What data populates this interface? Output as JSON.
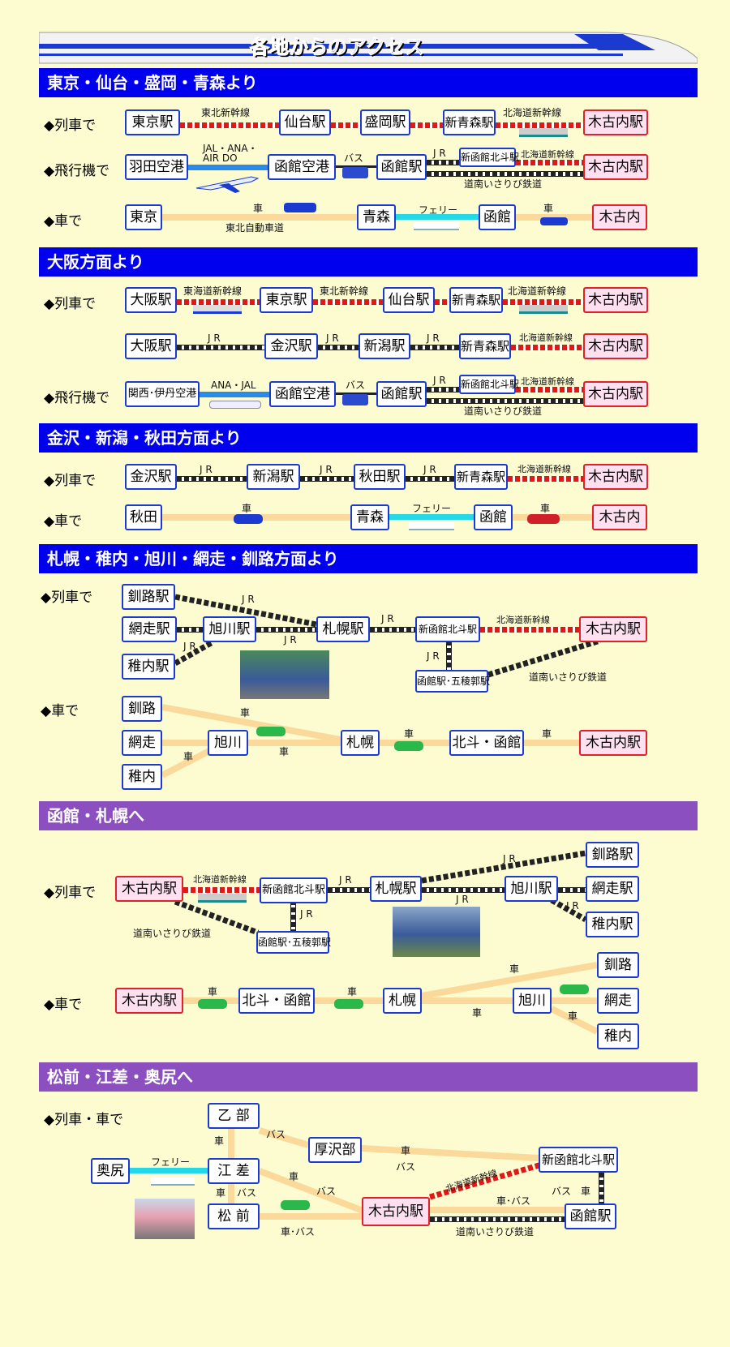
{
  "title": "各地からのアクセス",
  "sections": {
    "s1": "東京・仙台・盛岡・青森より",
    "s2": "大阪方面より",
    "s3": "金沢・新潟・秋田方面より",
    "s4": "札幌・稚内・旭川・網走・釧路方面より",
    "s5": "函館・札幌へ",
    "s6": "松前・江差・奥尻へ"
  },
  "modes": {
    "train": "◆列車で",
    "plane": "◆飛行機で",
    "car": "◆車で",
    "train_car": "◆列車・車で"
  },
  "st": {
    "tokyo_eki": "東京駅",
    "sendai_eki": "仙台駅",
    "morioka_eki": "盛岡駅",
    "shinaomori_eki": "新青森駅",
    "kikonai_eki": "木古内駅",
    "haneda": "羽田空港",
    "hakodate_kuko": "函館空港",
    "hakodate_eki": "函館駅",
    "shinhakodate": "新函館北斗駅",
    "tokyo": "東京",
    "aomori": "青森",
    "hakodate": "函館",
    "kikonai": "木古内",
    "osaka_eki": "大阪駅",
    "kanazawa_eki": "金沢駅",
    "niigata_eki": "新潟駅",
    "kansai": "関西･伊丹空港",
    "akita_eki": "秋田駅",
    "akita": "秋田",
    "kushiro_eki": "釧路駅",
    "abashiri_eki": "網走駅",
    "asahikawa_eki": "旭川駅",
    "wakkanai_eki": "稚内駅",
    "sapporo_eki": "札幌駅",
    "goryokaku": "函館駅･五稜郭駅",
    "kushiro": "釧路",
    "abashiri": "網走",
    "asahikawa": "旭川",
    "wakkanai": "稚内",
    "sapporo": "札幌",
    "hokuto_hakodate": "北斗・函館",
    "otobe": "乙 部",
    "assabu": "厚沢部",
    "okushiri": "奥尻",
    "esashi": "江 差",
    "matsumae": "松 前"
  },
  "lines": {
    "tohoku_shinkansen": "東北新幹線",
    "hokkaido_shinkansen": "北海道新幹線",
    "tokaido_shinkansen": "東海道新幹線",
    "jr": "J R",
    "airlines1_a": "JAL・ANA・",
    "airlines1_b": "AIR DO",
    "airlines2": "ANA・JAL",
    "bus": "バス",
    "car": "車",
    "car_bus": "車･バス",
    "car_bus2": "車・バス",
    "tohoku_expressway": "東北自動車道",
    "ferry": "フェリー",
    "isaribi": "道南いさりび鉄道"
  },
  "colors": {
    "blue_header": "#0000ee",
    "purple_header": "#8b4fbf",
    "shinkansen": "#e01818",
    "road": "#fad99a",
    "ferry": "#24d8e8",
    "air": "#2a8ae8"
  }
}
